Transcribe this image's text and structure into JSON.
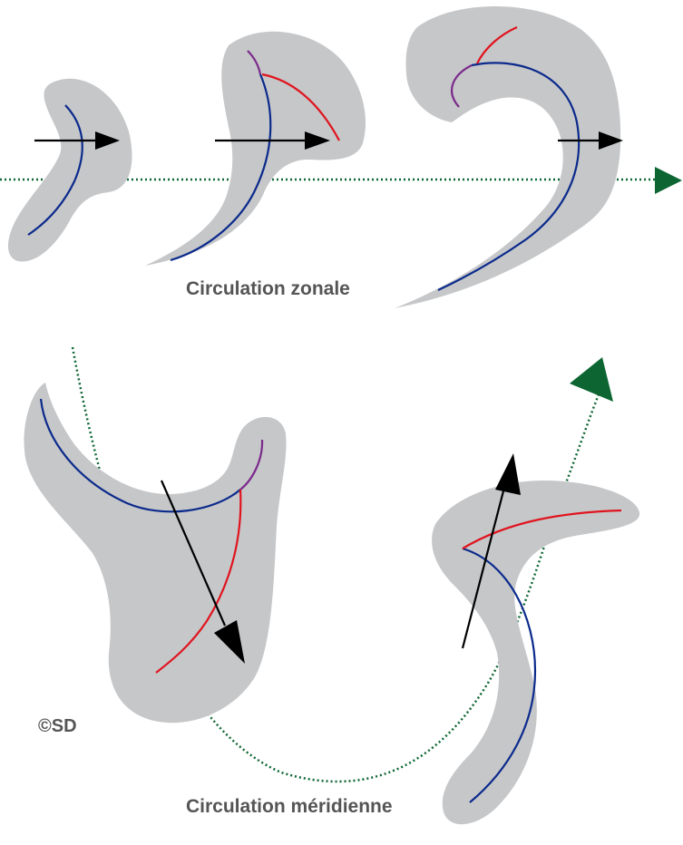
{
  "labels": {
    "zonal": "Circulation zonale",
    "meridional": "Circulation méridienne",
    "copyright": "©SD"
  },
  "colors": {
    "shape_fill": "#c6c7c9",
    "front_blue": "#0b2a8c",
    "front_red": "#e0141e",
    "front_purple": "#7b2a8c",
    "flow_green": "#0d6632",
    "arrow_black": "#000000",
    "text_gray": "#555555"
  }
}
